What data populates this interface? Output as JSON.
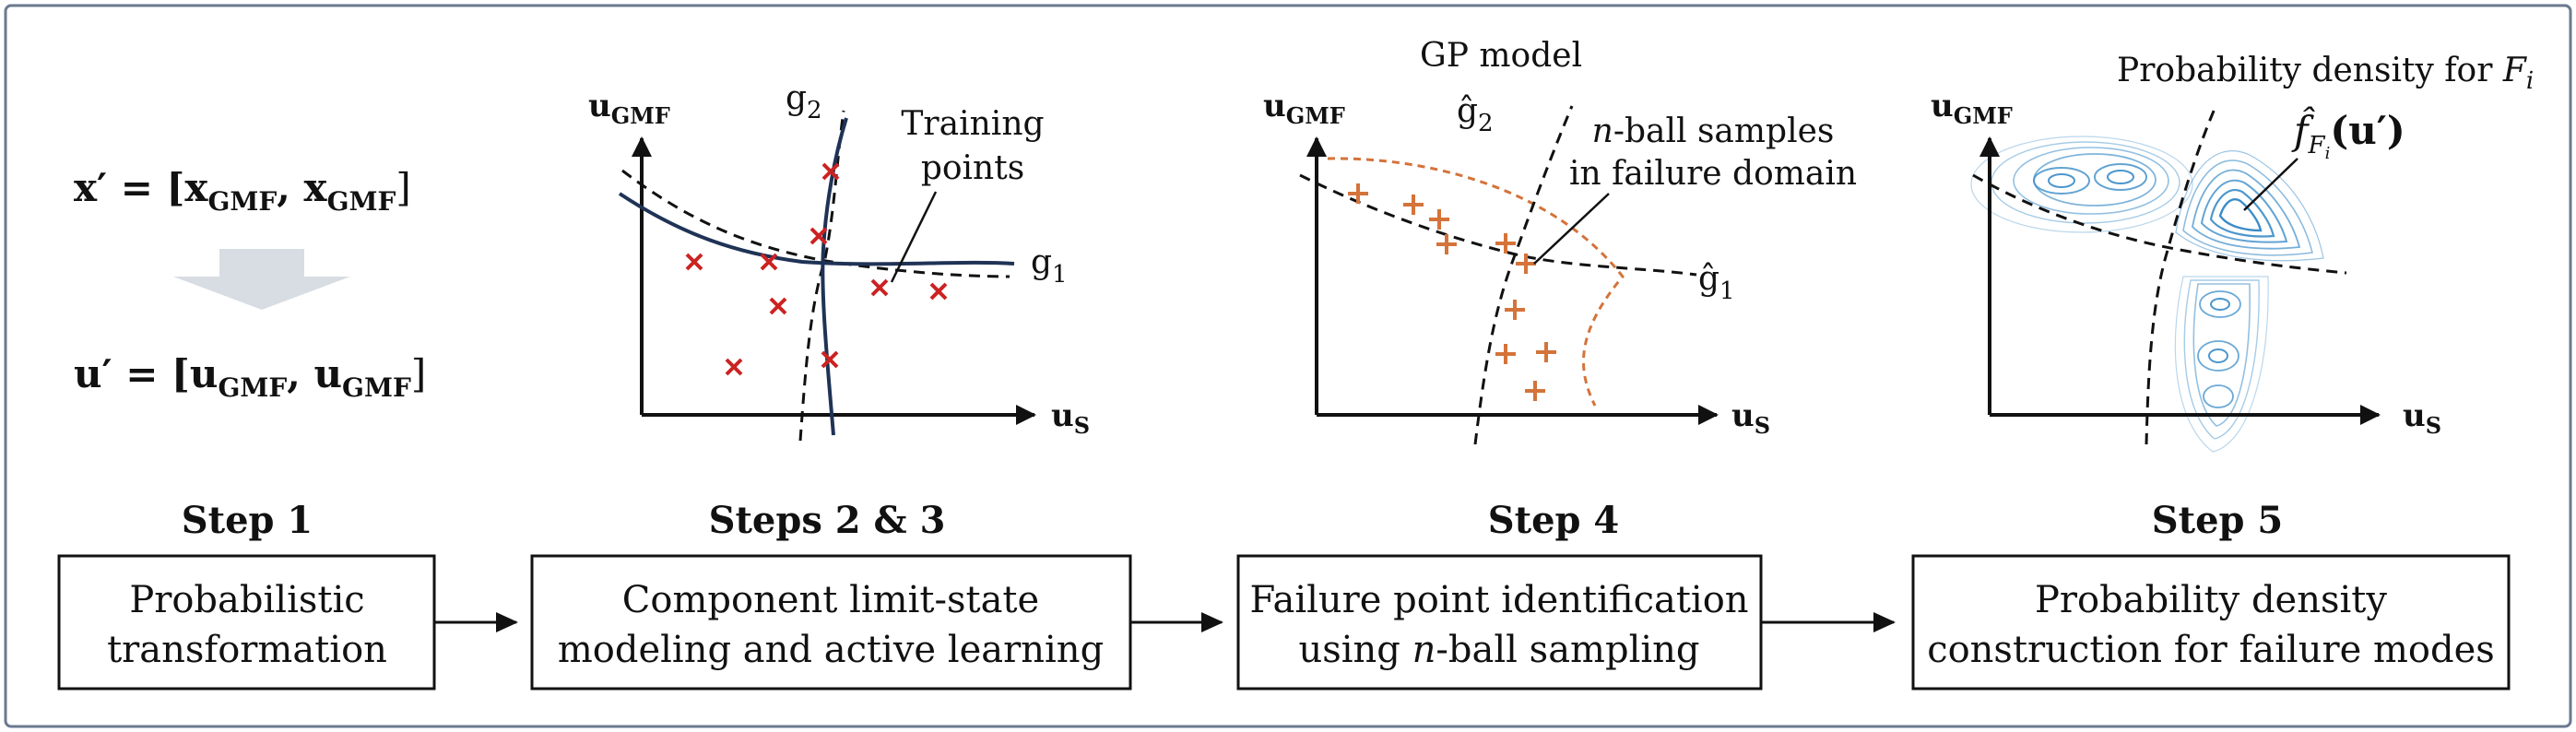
{
  "step1": {
    "heading": "Step 1",
    "box_line1": "Probabilistic",
    "box_line2": "transformation",
    "eq_x": "x′ = [x",
    "eq_x_sub1": "GMF",
    "eq_x_mid": ", x",
    "eq_x_sub2": "GMF",
    "eq_x_end": "]",
    "eq_u": "u′ = [u",
    "eq_u_sub1": "GMF",
    "eq_u_mid": ", u",
    "eq_u_sub2": "GMF",
    "eq_u_end": "]"
  },
  "step23": {
    "heading": "Steps 2 & 3",
    "box_line1": "Component limit-state",
    "box_line2": "modeling and active learning",
    "axis_y_main": "u",
    "axis_y_sub": "GMF",
    "axis_x_main": "u",
    "axis_x_sub": "S",
    "g1": "g",
    "g1_sub": "1",
    "g2": "g",
    "g2_sub": "2",
    "annotation_line1": "Training",
    "annotation_line2": "points"
  },
  "step4": {
    "heading": "Step 4",
    "box_line1": "Failure point identification",
    "box_line2_pre": "using ",
    "box_line2_italic": "n",
    "box_line2_post": "-ball sampling",
    "axis_y_main": "u",
    "axis_y_sub": "GMF",
    "axis_x_main": "u",
    "axis_x_sub": "S",
    "gp_model": "GP model",
    "g1hat": "ĝ",
    "g1hat_sub": "1",
    "g2hat": "ĝ",
    "g2hat_sub": "2",
    "annotation_line1_italic": "n",
    "annotation_line1_post": "-ball samples",
    "annotation_line2": "in failure domain"
  },
  "step5": {
    "heading": "Step 5",
    "box_line1": "Probability density",
    "box_line2": "construction for failure modes",
    "axis_y_main": "u",
    "axis_y_sub": "GMF",
    "axis_x_main": "u",
    "axis_x_sub": "S",
    "density_title_pre": "Probability density for ",
    "density_title_var": "F",
    "density_title_sub": "i",
    "density_fn": "f̂",
    "density_fn_sub": "F",
    "density_fn_subsub": "i",
    "density_fn_arg": "(u′)"
  },
  "colors": {
    "border": "#6b7a8f",
    "navy_curve": "#1f3356",
    "red_cross": "#cc2222",
    "orange": "#d4733a",
    "contour_blue": "#3a8cc8",
    "arrow_gray": "#d8dde3"
  }
}
